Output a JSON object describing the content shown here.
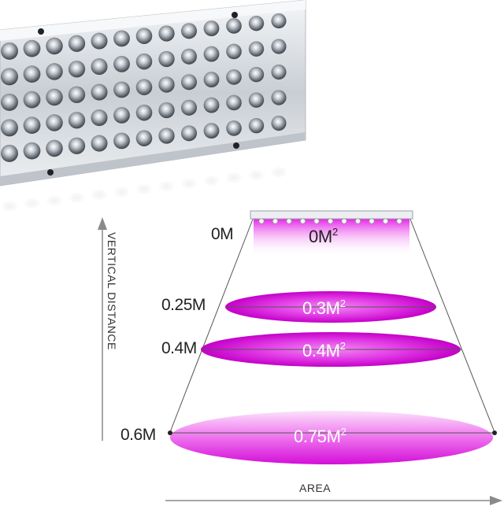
{
  "diagram": {
    "y_axis_title": "VERTICAL DISTANCE",
    "x_axis_title": "AREA",
    "levels": [
      {
        "distance": "0M",
        "area": "0M",
        "area_sup": "2"
      },
      {
        "distance": "0.25M",
        "area": "0.3M",
        "area_sup": "2"
      },
      {
        "distance": "0.4M",
        "area": "0.4M",
        "area_sup": "2"
      },
      {
        "distance": "0.6M",
        "area": "0.75M",
        "area_sup": "2"
      }
    ]
  },
  "colors": {
    "light_magenta": "#e21be6",
    "light_pink": "#f7b6f5",
    "panel_silver": "#d9dde2",
    "axis_gray": "#8a8a8a"
  },
  "icons": {
    "grow_light_panel": "led-panel-icon",
    "small_fixture": "led-fixture-icon"
  }
}
